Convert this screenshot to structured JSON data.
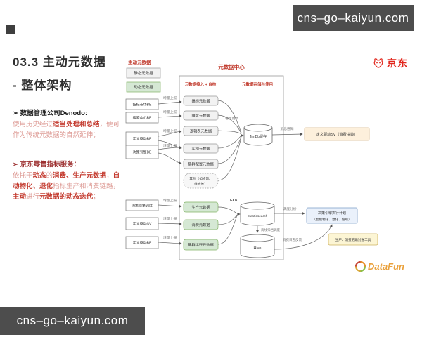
{
  "watermarks": {
    "top": "cns–go–kaiyun.com",
    "bottom": "cns–go–kaiyun.com"
  },
  "logos": {
    "jd_text": "京东",
    "datafun_text": "DataFun"
  },
  "title": {
    "line1": "03.3 主动元数据",
    "line2": "- 整体架构"
  },
  "bullet1": {
    "header": "➢ 数据管理公司Denodo:",
    "seg1": "使用历史经过",
    "seg2": "适当处理和总结",
    "seg3": "，便可作为传统元数据的自然延伸；"
  },
  "bullet2": {
    "header": "➢ 京东零售指标服务：",
    "seg1": "依托于",
    "seg2": "动态",
    "seg3": "的",
    "seg4": "消费、生产元数据",
    "seg5": "，",
    "seg6": "自动物化、退化",
    "seg7": "指标生产和消费链路，",
    "seg8": "主动",
    "seg9": "进行",
    "seg10": "元数据的动态迭代",
    "seg11": "；"
  },
  "diagram": {
    "legend": {
      "title": "主动元数据",
      "static_label": "静态元数据",
      "dynamic_label": "动态元数据"
    },
    "center_title": "元数据中心",
    "header_left": "元数据接入 + 自检",
    "header_right": "元数据存储与使用",
    "sources_top": [
      "指标市场BE",
      "搜索中心BE",
      "定义驱动BE",
      "决策引擎BE"
    ],
    "sources_bottom": [
      "决策引擎调度",
      "定义驱动SV",
      "定义驱动BE"
    ],
    "static_boxes": [
      "指标元数据",
      "维度元数据",
      "逻辑表元数据",
      "实例元数据",
      "集群配置元数据"
    ],
    "other_line1": "其他（如修饰、",
    "other_line2": "维度等）",
    "dynamic_boxes": [
      "生产元数据",
      "消费元数据",
      "集群运行元数据"
    ],
    "stores": {
      "cache": "JimDb缓存",
      "es": "Elasticsearch",
      "hive": "Hive"
    },
    "labels": {
      "incr_report": "增量上报",
      "incr_update": "增量更新",
      "msg_notify": "消息通知",
      "elk": "ELK",
      "sched_analysis": "调度分析",
      "offline_sched": "离线归档调度",
      "log_feedback": "消费日志反馈"
    },
    "right_boxes": {
      "sv": "定义驱动SV（消费决策）",
      "engine_line1": "决策引擎执行计划",
      "engine_line2": "（智能物化、退化、熔断）",
      "tool": "生产、消费链路对账工具"
    },
    "colors": {
      "accent_red": "#c0392b",
      "static_fill": "#f2f2f2",
      "dynamic_fill": "#d5e8d4",
      "sv_fill": "#fdf0dc",
      "engine_fill": "#eaf1fb",
      "tool_fill": "#fcf5d4"
    }
  }
}
